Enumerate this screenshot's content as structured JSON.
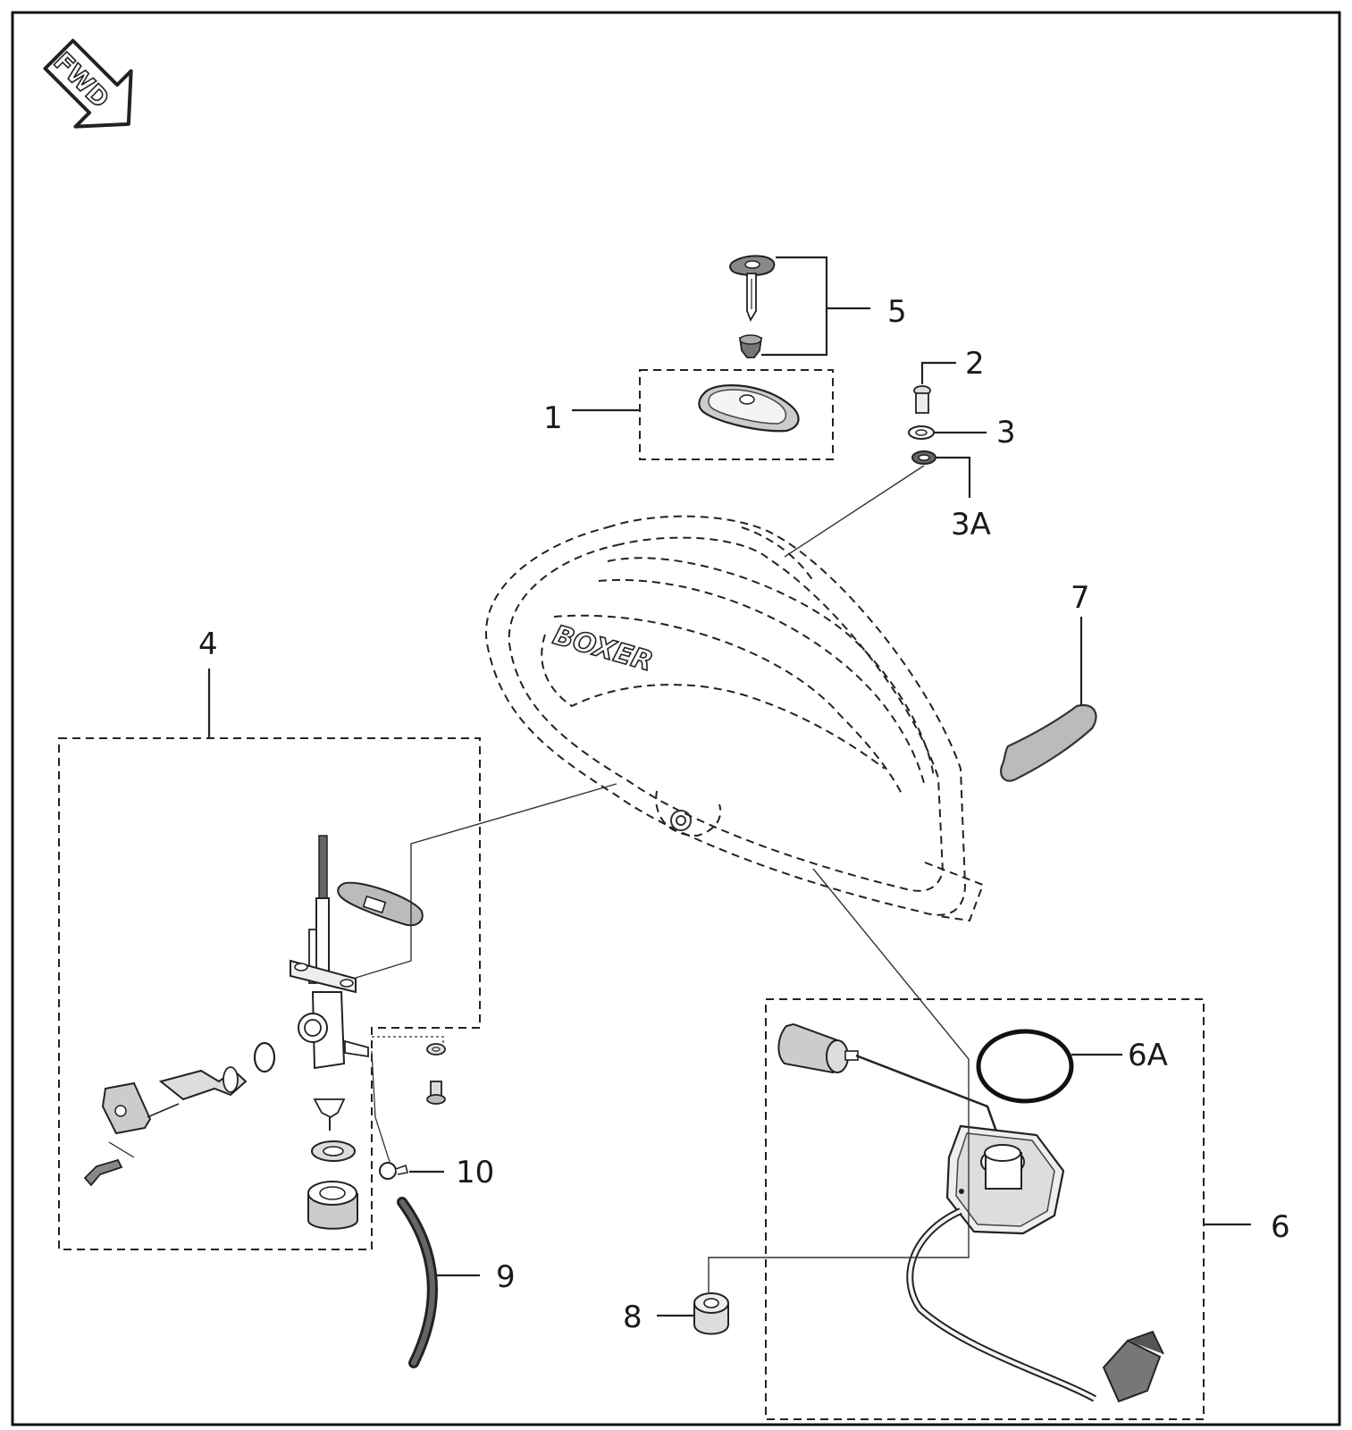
{
  "diagram": {
    "orientation_badge": "FWD",
    "tank_logo": "BOXER",
    "callouts": [
      {
        "id": "1",
        "text": "1"
      },
      {
        "id": "2",
        "text": "2"
      },
      {
        "id": "3",
        "text": "3"
      },
      {
        "id": "3A",
        "text": "3A"
      },
      {
        "id": "4",
        "text": "4"
      },
      {
        "id": "5",
        "text": "5"
      },
      {
        "id": "6",
        "text": "6"
      },
      {
        "id": "6A",
        "text": "6A"
      },
      {
        "id": "7",
        "text": "7"
      },
      {
        "id": "8",
        "text": "8"
      },
      {
        "id": "9",
        "text": "9"
      },
      {
        "id": "10",
        "text": "10"
      }
    ]
  },
  "colors": {
    "line": "#222222",
    "part_fill": "#e6e6e6",
    "dark_part": "#555555",
    "background": "#ffffff"
  }
}
